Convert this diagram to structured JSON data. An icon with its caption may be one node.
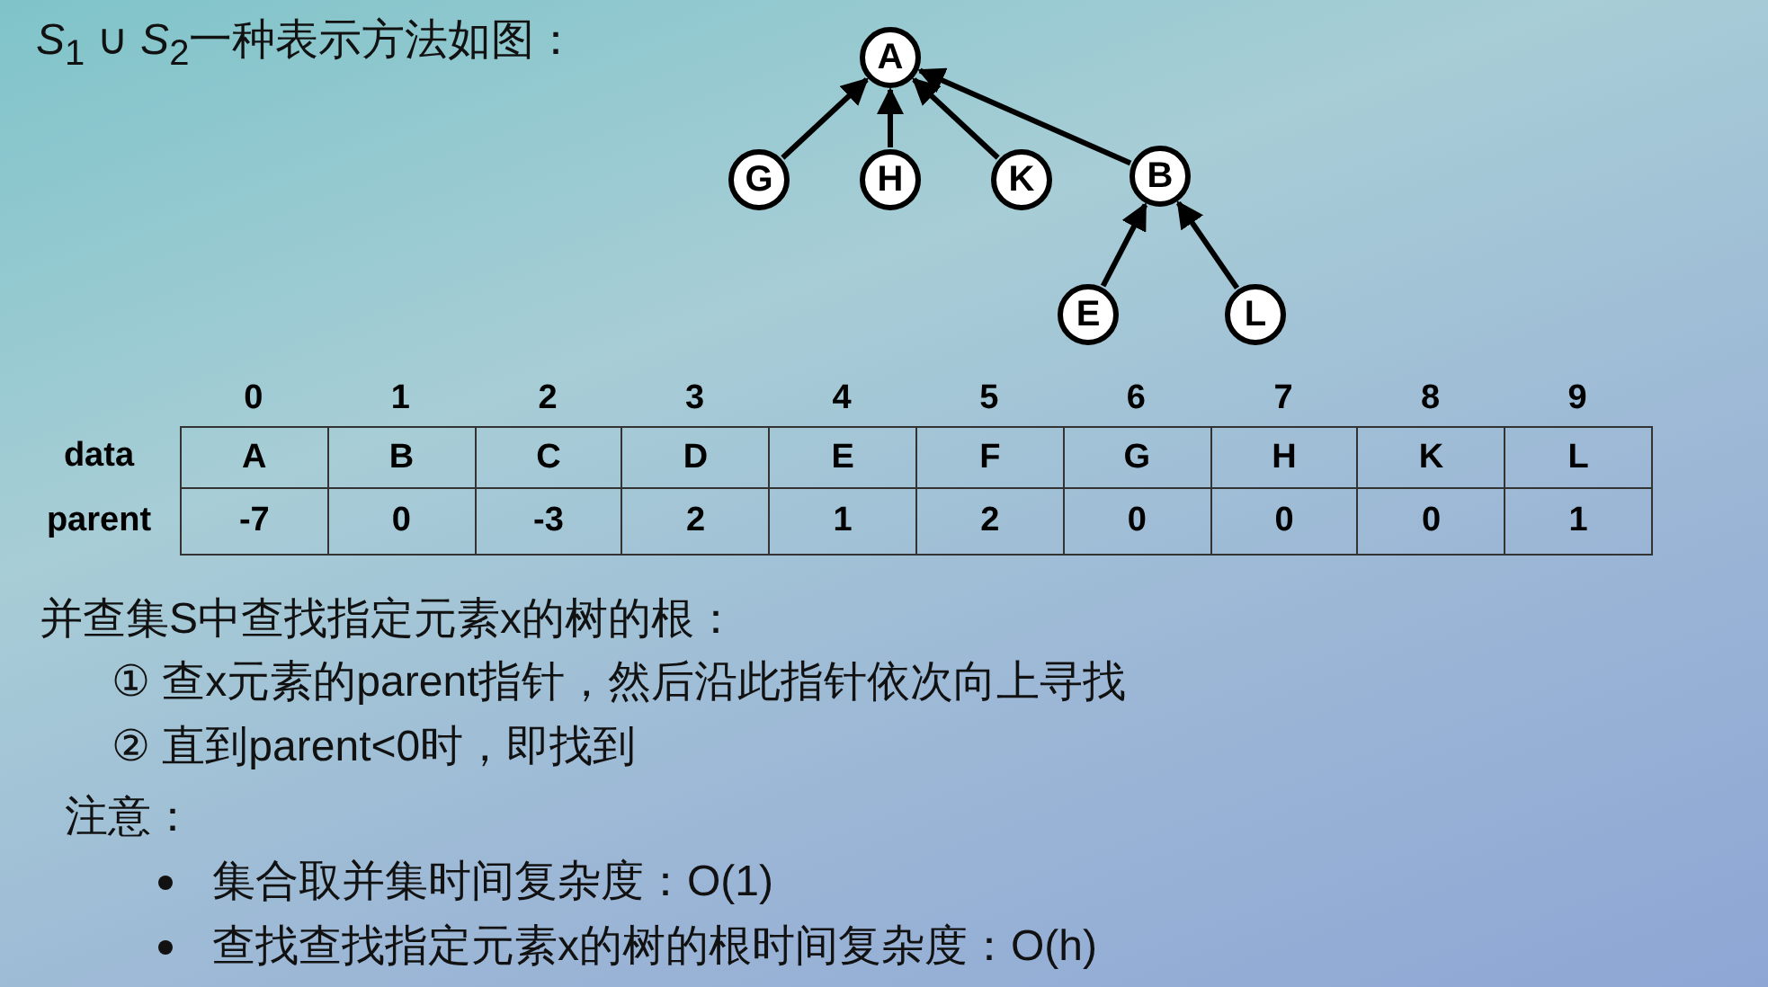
{
  "diagram": {
    "title": "*S*$_{1}$ ∪ *S*$_{2}$一种表示方法如图：",
    "nodes": [
      {
        "text": [
          "A"
        ]
      },
      {
        "text": [
          "G"
        ]
      },
      {
        "text": [
          "H"
        ]
      },
      {
        "text": [
          "K"
        ]
      },
      {
        "text": [
          "B"
        ]
      },
      {
        "text": [
          "E"
        ]
      },
      {
        "text": [
          "L"
        ]
      }
    ],
    "edges": [
      {
        "from": 1,
        "to": 0,
        "arrow": "to"
      },
      {
        "from": 2,
        "to": 0,
        "arrow": "to"
      },
      {
        "from": 3,
        "to": 0,
        "arrow": "to"
      },
      {
        "from": 4,
        "to": 0,
        "arrow": "to"
      },
      {
        "from": 5,
        "to": 4,
        "arrow": "to"
      },
      {
        "from": 6,
        "to": 4,
        "arrow": "to"
      }
    ],
    "labels": [
      "0",
      "1",
      "2",
      "3",
      "4",
      "5",
      "6",
      "7",
      "8",
      "9",
      "data",
      "A",
      "B",
      "C",
      "D",
      "E",
      "F",
      "G",
      "H",
      "K",
      "L",
      "parent",
      "-7",
      "0",
      "-3",
      "2",
      "1",
      "2",
      "0",
      "0",
      "0",
      "1",
      "并查集S中查找指定元素x的树的根：",
      "① 查x元素的parent指针，然后沿此指针依次向上寻找",
      "② 直到parent<0时，即找到",
      "注意：",
      "集合取并集时间复杂度：O(1)",
      "查找查找指定元素x的树的根时间复杂度：O(h)"
    ]
  }
}
